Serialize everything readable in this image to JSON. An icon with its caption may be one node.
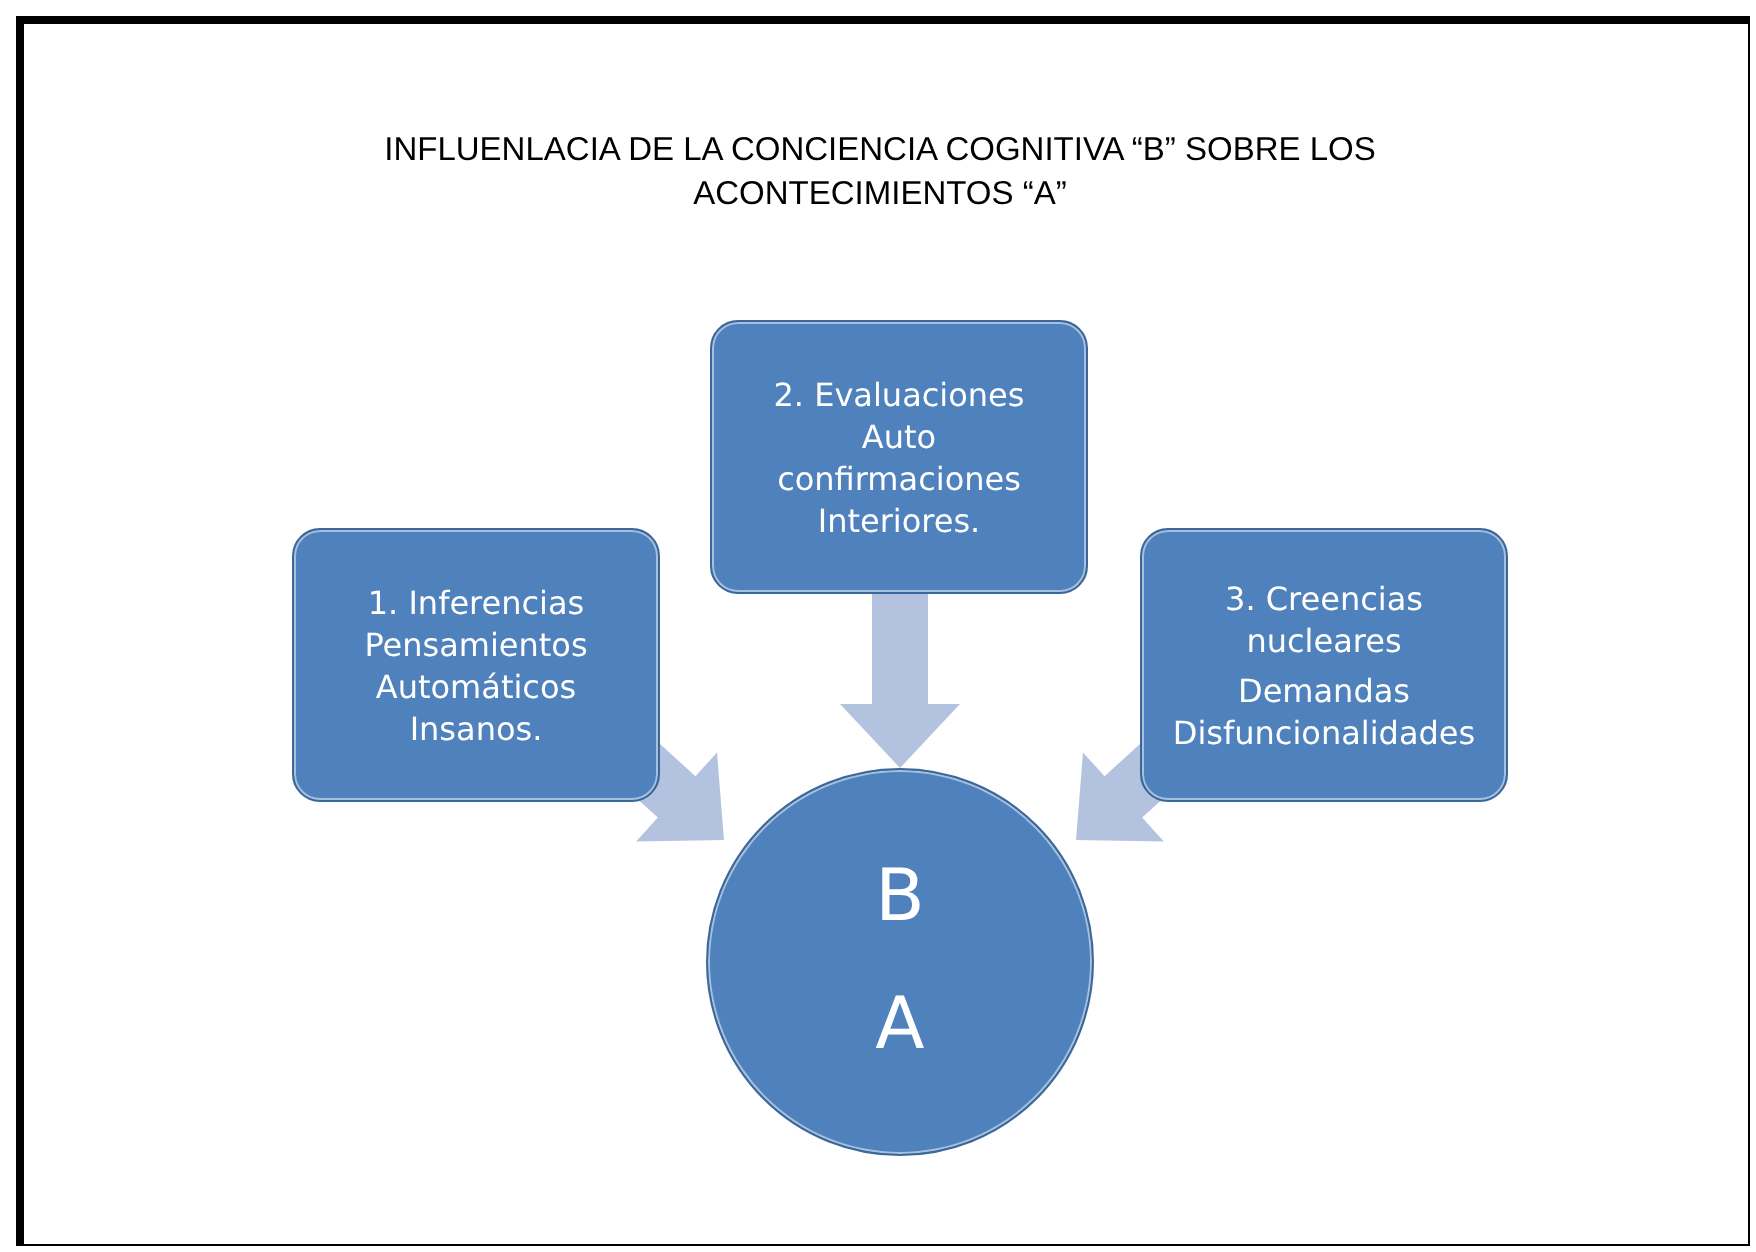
{
  "diagram": {
    "title": "INFLUENLACIA DE LA CONCIENCIA COGNITIVA “B” SOBRE LOS ACONTECIMIENTOS  “A”",
    "nodes": [
      {
        "text": [
          "1. Inferencias Pensamientos Automáticos Insanos."
        ]
      },
      {
        "text": [
          "2. Evaluaciones Auto confirmaciones Interiores."
        ]
      },
      {
        "text": [
          "3. Creencias nucleares",
          "Demandas Disfuncionalidades"
        ]
      },
      {
        "text": [
          "B",
          "A"
        ]
      }
    ],
    "edges": [
      {
        "from": 0,
        "to": 3,
        "arrow": "to",
        "style": "thick"
      },
      {
        "from": 1,
        "to": 3,
        "arrow": "to",
        "style": "thick"
      },
      {
        "from": 2,
        "to": 3,
        "arrow": "to",
        "style": "thick"
      }
    ]
  }
}
